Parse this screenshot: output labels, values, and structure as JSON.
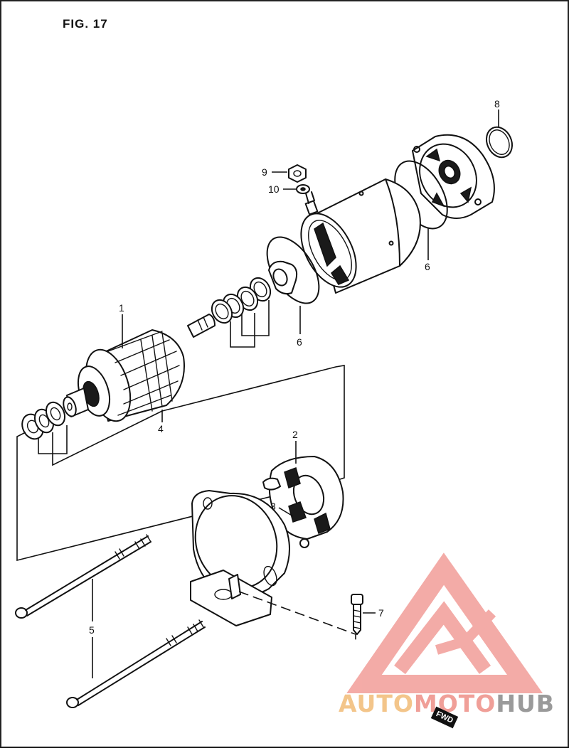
{
  "figure": {
    "title": "FIG. 17"
  },
  "callouts": {
    "c1": "1",
    "c2": "2",
    "c3": "3",
    "c4": "4",
    "c5": "5",
    "c6a": "6",
    "c6b": "6",
    "c7": "7",
    "c8": "8",
    "c9": "9",
    "c10": "10"
  },
  "badge": {
    "fwd": "FWD"
  },
  "watermark": {
    "part_auto": "AUTO",
    "part_moto": "MOTO",
    "part_hub": "HUB",
    "color_logo": "#f08f8a",
    "color_auto": "#f3c58a",
    "color_hub": "#9a9a9a"
  }
}
